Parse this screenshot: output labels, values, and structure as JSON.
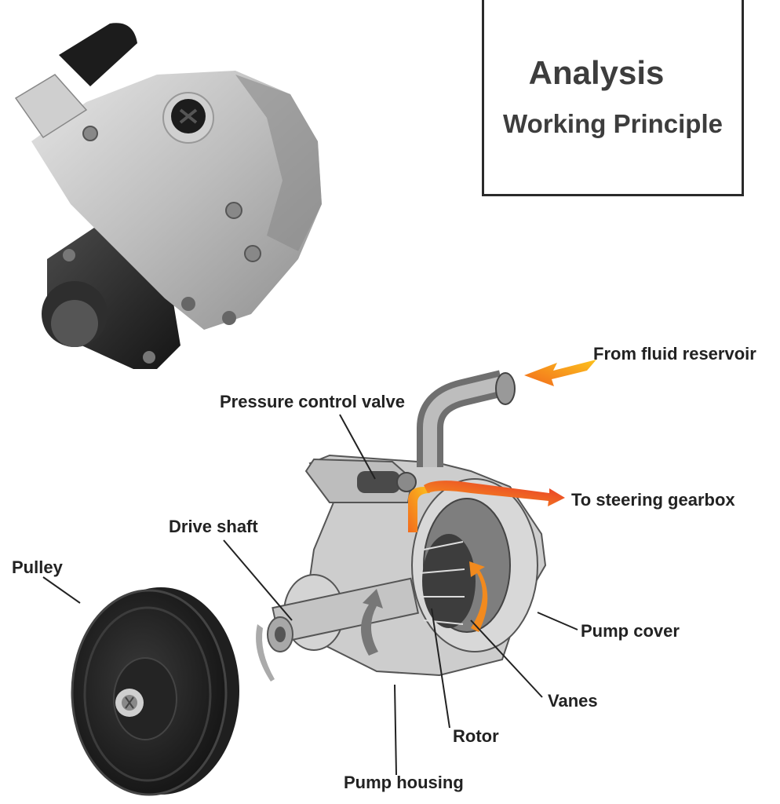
{
  "title_box": {
    "title": "Analysis",
    "subtitle": "Working Principle"
  },
  "product_photo": {
    "subject": "power-steering-pump"
  },
  "diagram": {
    "labels": {
      "from_reservoir": "From fluid reservoir",
      "pressure_valve": "Pressure control valve",
      "to_gearbox": "To steering gearbox",
      "drive_shaft": "Drive shaft",
      "pulley": "Pulley",
      "pump_cover": "Pump cover",
      "vanes": "Vanes",
      "rotor": "Rotor",
      "pump_housing": "Pump housing"
    },
    "colors": {
      "flow_in": "#f7a21b",
      "flow_out": "#e8302a",
      "metal": "#b9b9b9",
      "pulley": "#2b2b2b",
      "text": "#222222"
    }
  }
}
